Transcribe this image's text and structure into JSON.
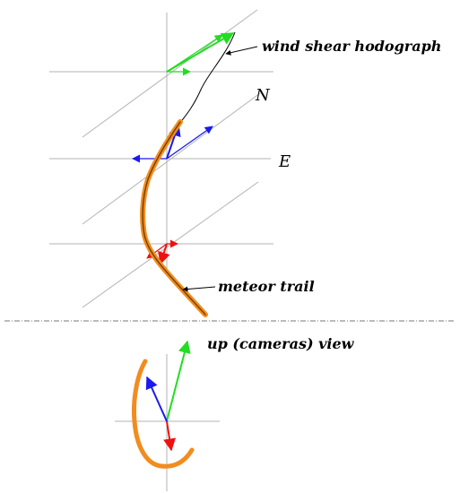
{
  "labels": {
    "hodograph": "wind shear hodograph",
    "north": "N",
    "east": "E",
    "meteor_trail": "meteor trail",
    "up_view": "up (cameras) view"
  },
  "colors": {
    "grid": "#b3b3b3",
    "trail": "#f28c1e",
    "trail_core": "#6b3a00",
    "green_vector": "#22dd22",
    "blue_vector": "#1a1aee",
    "red_vector": "#ee1111",
    "separator": "#777777"
  }
}
